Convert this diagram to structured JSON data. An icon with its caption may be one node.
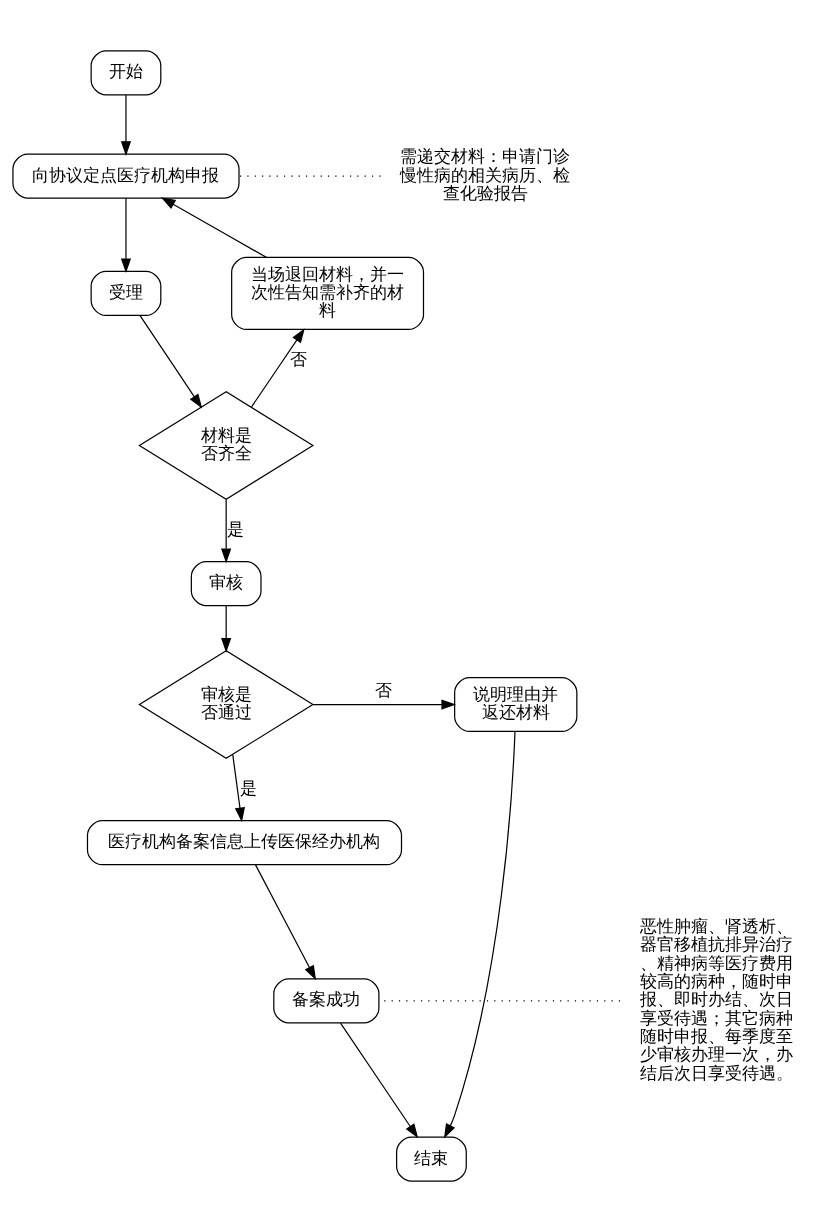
{
  "diagram": {
    "nodes": [
      {
        "text": [
          "开始"
        ]
      },
      {
        "text": [
          "向协议定点医疗机构申报"
        ]
      },
      {
        "text": [
          "需递交材料：申请门诊慢性病的相关病历、检查化验报告"
        ]
      },
      {
        "text": [
          "受理"
        ]
      },
      {
        "text": [
          "当场退回材料，并一次性告知需补齐的材料"
        ]
      },
      {
        "text": [
          "材料是否齐全"
        ]
      },
      {
        "text": [
          "审核"
        ]
      },
      {
        "text": [
          "审核是否通过"
        ]
      },
      {
        "text": [
          "说明理由并返还材料"
        ]
      },
      {
        "text": [
          "恶性肿瘤、肾透析、器官移植抗排异治疗、精神病等医疗费用较高的病种，随时申报、即时办结、次日享受待遇；其它病种随时申报、每季度至少审核办理一次，办结后次日享受待遇。"
        ]
      },
      {
        "text": [
          "医疗机构备案信息上传医保经办机构"
        ]
      },
      {
        "text": [
          "备案成功"
        ]
      },
      {
        "text": [
          "结束"
        ]
      }
    ],
    "edges": [
      {
        "from": 0,
        "to": 1,
        "arrow": "to"
      },
      {
        "from": 1,
        "to": 3,
        "arrow": "to"
      },
      {
        "from": 3,
        "to": 5,
        "arrow": "to"
      },
      {
        "from": 5,
        "to": 4,
        "arrow": "to",
        "label": "否"
      },
      {
        "from": 4,
        "to": 1,
        "arrow": "to"
      },
      {
        "from": 5,
        "to": 6,
        "arrow": "to",
        "label": "是"
      },
      {
        "from": 6,
        "to": 7,
        "arrow": "to"
      },
      {
        "from": 7,
        "to": 8,
        "arrow": "to",
        "label": "否"
      },
      {
        "from": 7,
        "to": 10,
        "arrow": "to",
        "label": "是"
      },
      {
        "from": 10,
        "to": 11,
        "arrow": "to"
      },
      {
        "from": 11,
        "to": 12,
        "arrow": "to"
      },
      {
        "from": 8,
        "to": 12,
        "arrow": "to"
      },
      {
        "from": 2,
        "to": 1,
        "arrow": "none",
        "style": "dashed"
      },
      {
        "from": 9,
        "to": 11,
        "arrow": "none",
        "style": "dashed"
      }
    ]
  }
}
